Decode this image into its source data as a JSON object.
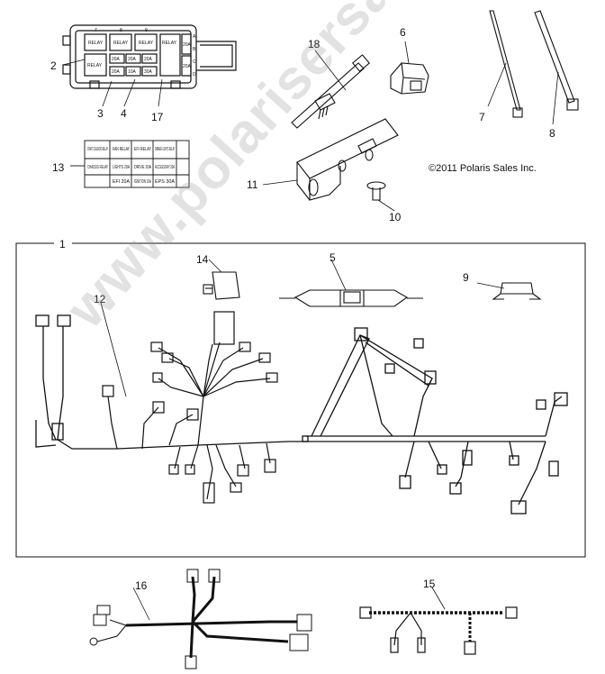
{
  "copyright": "©2011 Polaris Sales Inc.",
  "watermark": "www.polarisersatzteile.de",
  "callouts": {
    "c1": "1",
    "c2": "2",
    "c3": "3",
    "c4": "4",
    "c5": "5",
    "c6": "6",
    "c7": "7",
    "c8": "8",
    "c9": "9",
    "c10": "10",
    "c11": "11",
    "c12": "12",
    "c13": "13",
    "c14": "14",
    "c15": "15",
    "c16": "16",
    "c17": "17",
    "c18": "18"
  },
  "fuse_box": {
    "relays": [
      "RELAY",
      "RELAY",
      "RELAY",
      "RELAY",
      "RELAY"
    ],
    "fuses_row1": [
      "20A",
      "20A",
      "20A"
    ],
    "fuses_row2": [
      "20A",
      "10A",
      "30A"
    ],
    "side_fuses": [
      "20A",
      "20A"
    ],
    "numbers": [
      "7",
      "8",
      "9",
      "A",
      "B",
      "C",
      "D"
    ]
  },
  "fuse_label": {
    "row1": [
      "START SOLENOID RELAY",
      "FAN RELAY",
      "EFI RELAY",
      "DIMMER LIGHTS RELAY"
    ],
    "row2": [
      "CHASSIS RELAY",
      "LIGHTS 20A",
      "DRIVE 20A",
      "ACCESSORY 20A"
    ],
    "row3": [
      "",
      "EFI 20A",
      "IGNITION 10A",
      "EPS 30A"
    ]
  },
  "colors": {
    "line": "#111111",
    "watermark": "#969696"
  }
}
